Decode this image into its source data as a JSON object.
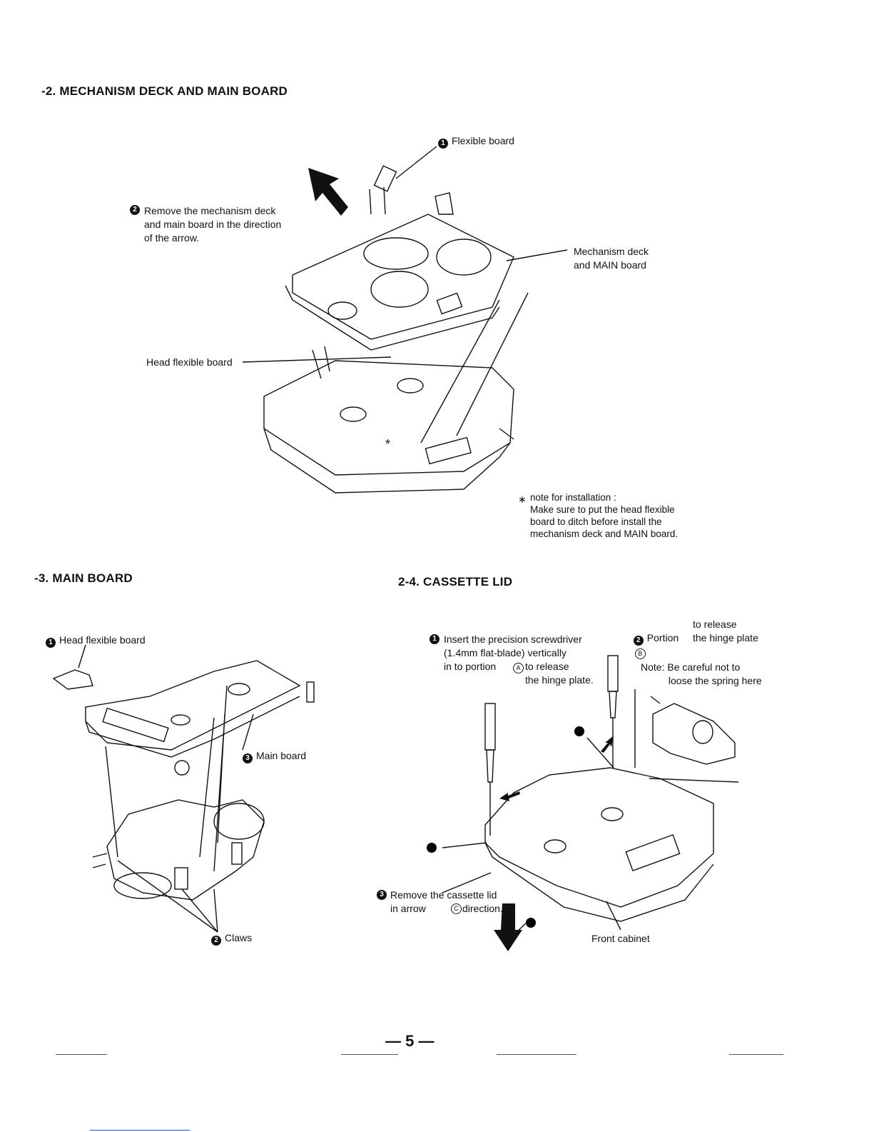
{
  "sec22": {
    "title": "-2. MECHANISM DECK AND MAIN BOARD",
    "step1": "Flexible board",
    "step2": "Remove the mechanism deck\nand main board in the direction\nof the arrow.",
    "mech": "Mechanism deck\nand MAIN board",
    "head": "Head flexible board",
    "note_star": "∗",
    "note": "note for installation :\nMake sure to put the head flexible\nboard to ditch before install the\nmechanism deck and MAIN board."
  },
  "sec23": {
    "title": "-3. MAIN BOARD",
    "step1": "Head flexible board",
    "step3": "Main board",
    "step2": "Claws"
  },
  "sec24": {
    "title": "2-4. CASSETTE LID",
    "step1": "Insert the precision screwdriver\n(1.4mm flat-blade) vertically\nin to portion",
    "step1b": "to release\nthe hinge plate.",
    "step2": "Portion",
    "step2b": "to release\nthe hinge plate",
    "note": "Note: Be careful not to\n          loose the spring here",
    "step3": "Remove the cassette lid\nin arrow",
    "step3b": "direction.",
    "front": "Front cabinet"
  },
  "nums": {
    "n1": "1",
    "n2": "2",
    "n3": "3"
  },
  "marks": {
    "A": "A",
    "B": "B",
    "C": "C"
  },
  "page_number": "— 5 —"
}
